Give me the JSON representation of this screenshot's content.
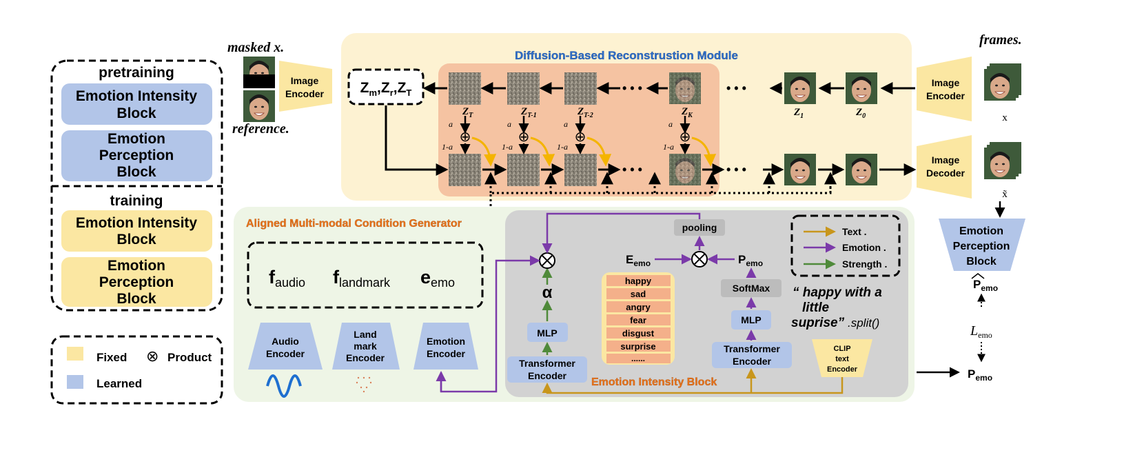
{
  "colors": {
    "fixed_yellow": "#fbe7a2",
    "learned_blue": "#b2c5e8",
    "diffusion_bg": "#fdf2d2",
    "diffusion_inner": "#f5c3a2",
    "generator_bg": "#eef5e6",
    "intensity_bg": "#d2d2d2",
    "title_blue": "#2e6fcb",
    "title_orange": "#e9741c",
    "text_arrow": "#c8961c",
    "emotion_arrow": "#7b3aa9",
    "strength_arrow": "#4f8a3a",
    "flow_yellow_arrow": "#f4b400"
  },
  "left_panel": {
    "pretraining": {
      "title": "pretraining",
      "block1": [
        "Emotion Intensity",
        "Block"
      ],
      "block2": [
        "Emotion",
        "Perception",
        "Block"
      ]
    },
    "training": {
      "title": "training",
      "block1": [
        "Emotion Intensity",
        "Block"
      ],
      "block2": [
        "Emotion",
        "Perception",
        "Block"
      ]
    },
    "legend": {
      "fixed": "Fixed",
      "learned": "Learned",
      "product_symbol": "⊗",
      "product": "Product"
    }
  },
  "inputs": {
    "masked": "masked x.",
    "reference": "reference.",
    "frames": "frames.",
    "x": "x",
    "x_tilde": "x̃"
  },
  "encoders": {
    "image_encoder_left": [
      "Image",
      "Encoder"
    ],
    "image_encoder_right": [
      "Image",
      "Encoder"
    ],
    "image_decoder": [
      "Image",
      "Decoder"
    ]
  },
  "diffusion": {
    "title": "Diffusion-Based Reconstrustion Module",
    "latents": {
      "zm": "Z",
      "zm_sub": "m",
      "zr": "Z",
      "zr_sub": "r",
      "zt": "Z",
      "zt_sub": "T",
      "sep": ","
    },
    "step_labels": [
      {
        "main": "Z",
        "sub": "T"
      },
      {
        "main": "Z",
        "sub": "T-1"
      },
      {
        "main": "Z",
        "sub": "T-2"
      },
      {
        "main": "Z",
        "sub": "K"
      },
      {
        "main": "Z",
        "sub": "1"
      },
      {
        "main": "Z",
        "sub": "0"
      }
    ],
    "alpha": "a",
    "one_minus_alpha": "1-a",
    "plus": "⊕",
    "ellipsis": "• • •"
  },
  "generator": {
    "title": "Aligned Multi-modal Condition Generator",
    "features": {
      "f": "f",
      "audio": "audio",
      "landmark": "landmark",
      "e": "e",
      "emo": "emo"
    },
    "audio_encoder": [
      "Audio",
      "Encoder"
    ],
    "landmark_encoder": [
      "Land",
      "mark",
      "Encoder"
    ],
    "emotion_encoder": [
      "Emotion",
      "Encoder"
    ]
  },
  "intensity_block": {
    "title": "Emotion Intensity Block",
    "alpha": "α",
    "mlp_left": "MLP",
    "transformer_left": [
      "Transformer",
      "Encoder"
    ],
    "pooling": "pooling",
    "e_emo": {
      "main": "E",
      "sub": "emo"
    },
    "p_emo": {
      "main": "P",
      "sub": "emo"
    },
    "softmax": "SoftMax",
    "mlp_right": "MLP",
    "transformer_right": [
      "Transformer",
      "Encoder"
    ],
    "emotions": [
      "happy",
      "sad",
      "angry",
      "fear",
      "disgust",
      "surprise",
      "......"
    ],
    "legend": {
      "text": "Text .",
      "emotion": "Emotion .",
      "strength": "Strength ."
    },
    "quote": [
      "“ happy with a",
      "little",
      "suprise”"
    ],
    "split": ".split()",
    "clip": [
      "CLIP",
      "text",
      "Encoder"
    ]
  },
  "perception": {
    "block": [
      "Emotion",
      "Perception",
      "Block"
    ],
    "p_hat": {
      "main": "P",
      "sub": "emo"
    },
    "loss": {
      "main": "L",
      "sub": "emo"
    },
    "p": {
      "main": "P",
      "sub": "emo"
    }
  }
}
